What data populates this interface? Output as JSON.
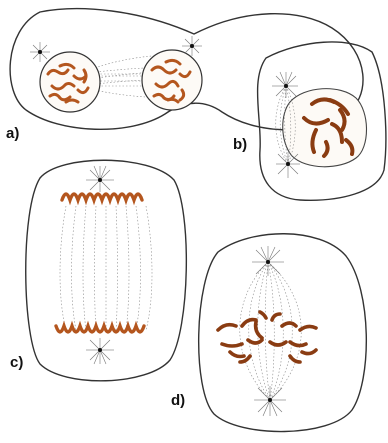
{
  "labels": {
    "a": "a)",
    "b": "b)",
    "c": "c)",
    "d": "d)"
  },
  "colors": {
    "membrane": "#333333",
    "chromosome": "#b4561e",
    "chromosome_dark": "#8a3c12",
    "spindle": "#8a8a8a",
    "aster": "#777777",
    "centriole": "#111111"
  }
}
